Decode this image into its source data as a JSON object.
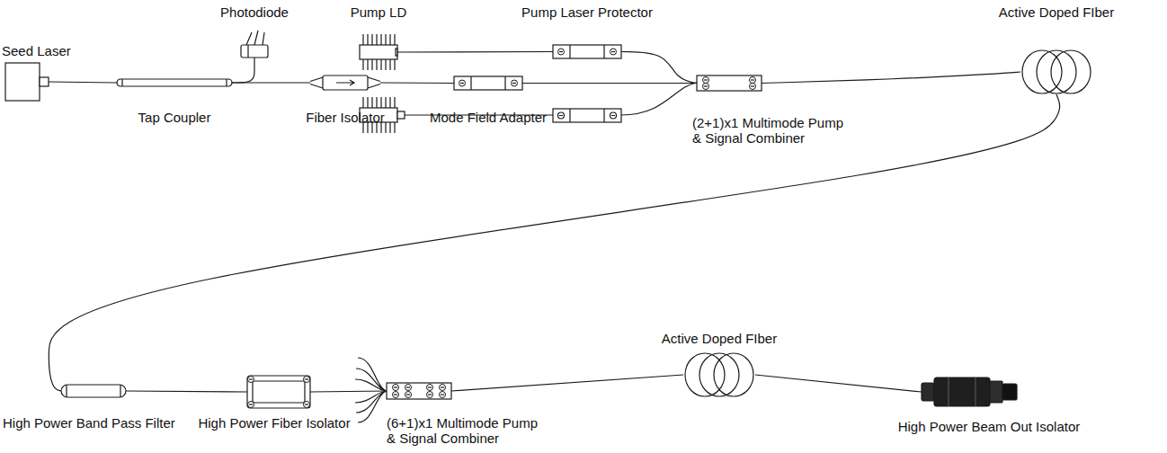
{
  "diagram": {
    "nodes": [
      {
        "text": [
          "Seed Laser"
        ]
      },
      {
        "text": [
          "Tap Coupler"
        ]
      },
      {
        "text": [
          "Photodiode"
        ]
      },
      {
        "text": [
          "Fiber Isolator"
        ]
      },
      {
        "text": [
          "Mode Field Adapter"
        ]
      },
      {
        "text": [
          "Pump LD"
        ]
      },
      {
        "text": [
          "Pump Laser Protector"
        ]
      },
      {
        "text": [
          "(2+1)x1 Multimode Pump & Signal Combiner"
        ]
      },
      {
        "text": [
          "Active Doped FIber"
        ]
      },
      {
        "text": [
          "High Power Band Pass Filter"
        ]
      },
      {
        "text": [
          "High Power Fiber Isolator"
        ]
      },
      {
        "text": [
          "(6+1)x1 Multimode Pump & Signal Combiner"
        ]
      },
      {
        "text": [
          "Active Doped FIber"
        ]
      },
      {
        "text": [
          "High Power Beam Out Isolator"
        ]
      }
    ],
    "edges": [
      {
        "from": 0,
        "to": 1,
        "arrow": "none"
      },
      {
        "from": 1,
        "to": 2,
        "arrow": "none"
      },
      {
        "from": 1,
        "to": 3,
        "arrow": "none"
      },
      {
        "from": 3,
        "to": 4,
        "arrow": "none"
      },
      {
        "from": 4,
        "to": 7,
        "arrow": "none"
      },
      {
        "from": 5,
        "to": 6,
        "arrow": "none"
      },
      {
        "from": 6,
        "to": 7,
        "arrow": "none"
      },
      {
        "from": 7,
        "to": 8,
        "arrow": "none"
      },
      {
        "from": 8,
        "to": 9,
        "arrow": "none"
      },
      {
        "from": 9,
        "to": 10,
        "arrow": "none"
      },
      {
        "from": 10,
        "to": 11,
        "arrow": "none"
      },
      {
        "from": 11,
        "to": 12,
        "arrow": "none"
      },
      {
        "from": 12,
        "to": 13,
        "arrow": "none"
      }
    ]
  }
}
